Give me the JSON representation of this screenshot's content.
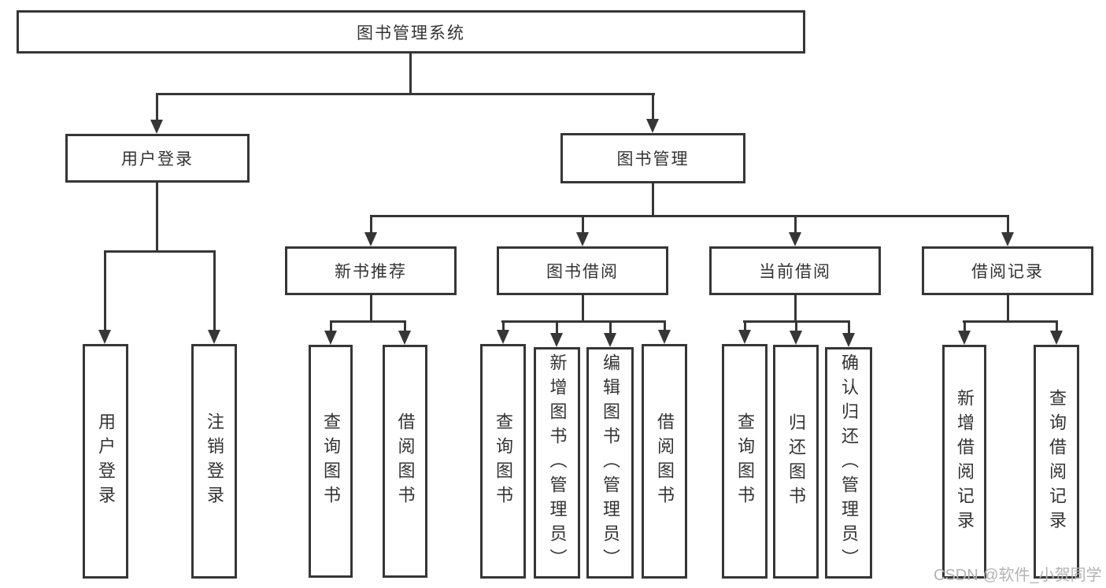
{
  "title": "图书管理系统",
  "watermark": "CSDN @软件_小贺同学",
  "colors": {
    "line": "#363636",
    "border": "#363636",
    "text": "#333333",
    "watermark": "#b3b3b3",
    "background": "#ffffff"
  },
  "tree": {
    "root": "图书管理系统",
    "branches": [
      {
        "label": "用户登录",
        "children": [
          "用户登录",
          "注销登录"
        ]
      },
      {
        "label": "图书管理",
        "sections": [
          {
            "label": "新书推荐",
            "children": [
              "查询图书",
              "借阅图书"
            ]
          },
          {
            "label": "图书借阅",
            "children": [
              "查询图书",
              "新增图书（管理员）",
              "编辑图书（管理员）",
              "借阅图书"
            ]
          },
          {
            "label": "当前借阅",
            "children": [
              "查询图书",
              "归还图书",
              "确认归还（管理员）"
            ]
          },
          {
            "label": "借阅记录",
            "children": [
              "新增借阅记录",
              "查询借阅记录"
            ]
          }
        ]
      }
    ]
  }
}
